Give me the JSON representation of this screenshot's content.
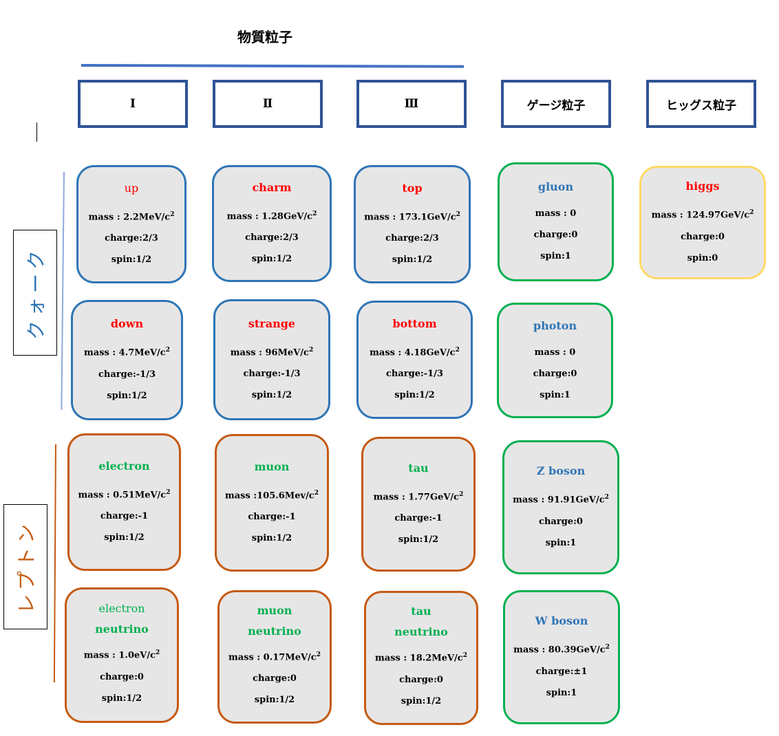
{
  "title": "物質粒子",
  "headers": [
    "Ⅰ",
    "Ⅱ",
    "Ⅲ",
    "ゲージ粒子",
    "ヒッグス粒子"
  ],
  "side_labels": {
    "quark": "クォーク",
    "lepton": "レプトン"
  },
  "colors": {
    "quark_border": "#2e75b6",
    "lepton_border": "#c55a11",
    "gauge_border": "#00b050",
    "higgs_border": "#ffd966",
    "card_fill": "#e7e6e6",
    "header_border": "#2f5496"
  },
  "particles": {
    "up": {
      "name": "up",
      "mass": "mass : 2.2MeV/c",
      "charge": "charge:2/3",
      "spin": "spin:1/2"
    },
    "charm": {
      "name": "charm",
      "mass": "mass : 1.28GeV/c",
      "charge": "charge:2/3",
      "spin": "spin:1/2"
    },
    "top": {
      "name": "top",
      "mass": "mass : 173.1GeV/c",
      "charge": "charge:2/3",
      "spin": "spin:1/2"
    },
    "gluon": {
      "name": "gluon",
      "mass": "mass : 0",
      "charge": "charge:0",
      "spin": "spin:1"
    },
    "higgs": {
      "name": "higgs",
      "mass": "mass : 124.97GeV/c",
      "charge": "charge:0",
      "spin": "spin:0"
    },
    "down": {
      "name": "down",
      "mass": "mass : 4.7MeV/c",
      "charge": "charge:-1/3",
      "spin": "spin:1/2"
    },
    "strange": {
      "name": "strange",
      "mass": "mass : 96MeV/c",
      "charge": "charge:-1/3",
      "spin": "spin:1/2"
    },
    "bottom": {
      "name": "bottom",
      "mass": "mass : 4.18GeV/c",
      "charge": "charge:-1/3",
      "spin": "spin:1/2"
    },
    "photon": {
      "name": "photon",
      "mass": "mass : 0",
      "charge": "charge:0",
      "spin": "spin:1"
    },
    "electron": {
      "name": "electron",
      "mass": "mass : 0.51MeV/c",
      "charge": "charge:-1",
      "spin": "spin:1/2"
    },
    "muon": {
      "name": "muon",
      "mass": "mass :105.6Mev/c",
      "charge": "charge:-1",
      "spin": "spin:1/2"
    },
    "tau": {
      "name": "tau",
      "mass": "mass : 1.77GeV/c",
      "charge": "charge:-1",
      "spin": "spin:1/2"
    },
    "zboson": {
      "name": "Z boson",
      "mass": "mass : 91.91GeV/c",
      "charge": "charge:0",
      "spin": "spin:1"
    },
    "electron_neutrino": {
      "name": "electron",
      "name2": "neutrino",
      "mass": "mass : 1.0eV/c",
      "charge": "charge:0",
      "spin": "spin:1/2"
    },
    "muon_neutrino": {
      "name": "muon",
      "name2": "neutrino",
      "mass": "mass : 0.17MeV/c",
      "charge": "charge:0",
      "spin": "spin:1/2"
    },
    "tau_neutrino": {
      "name": "tau",
      "name2": "neutrino",
      "mass": "mass : 18.2MeV/c",
      "charge": "charge:0",
      "spin": "spin:1/2"
    },
    "wboson": {
      "name": "W boson",
      "mass": "mass : 80.39GeV/c",
      "charge": "charge:±1",
      "spin": "spin:1"
    }
  },
  "superscript": "2"
}
